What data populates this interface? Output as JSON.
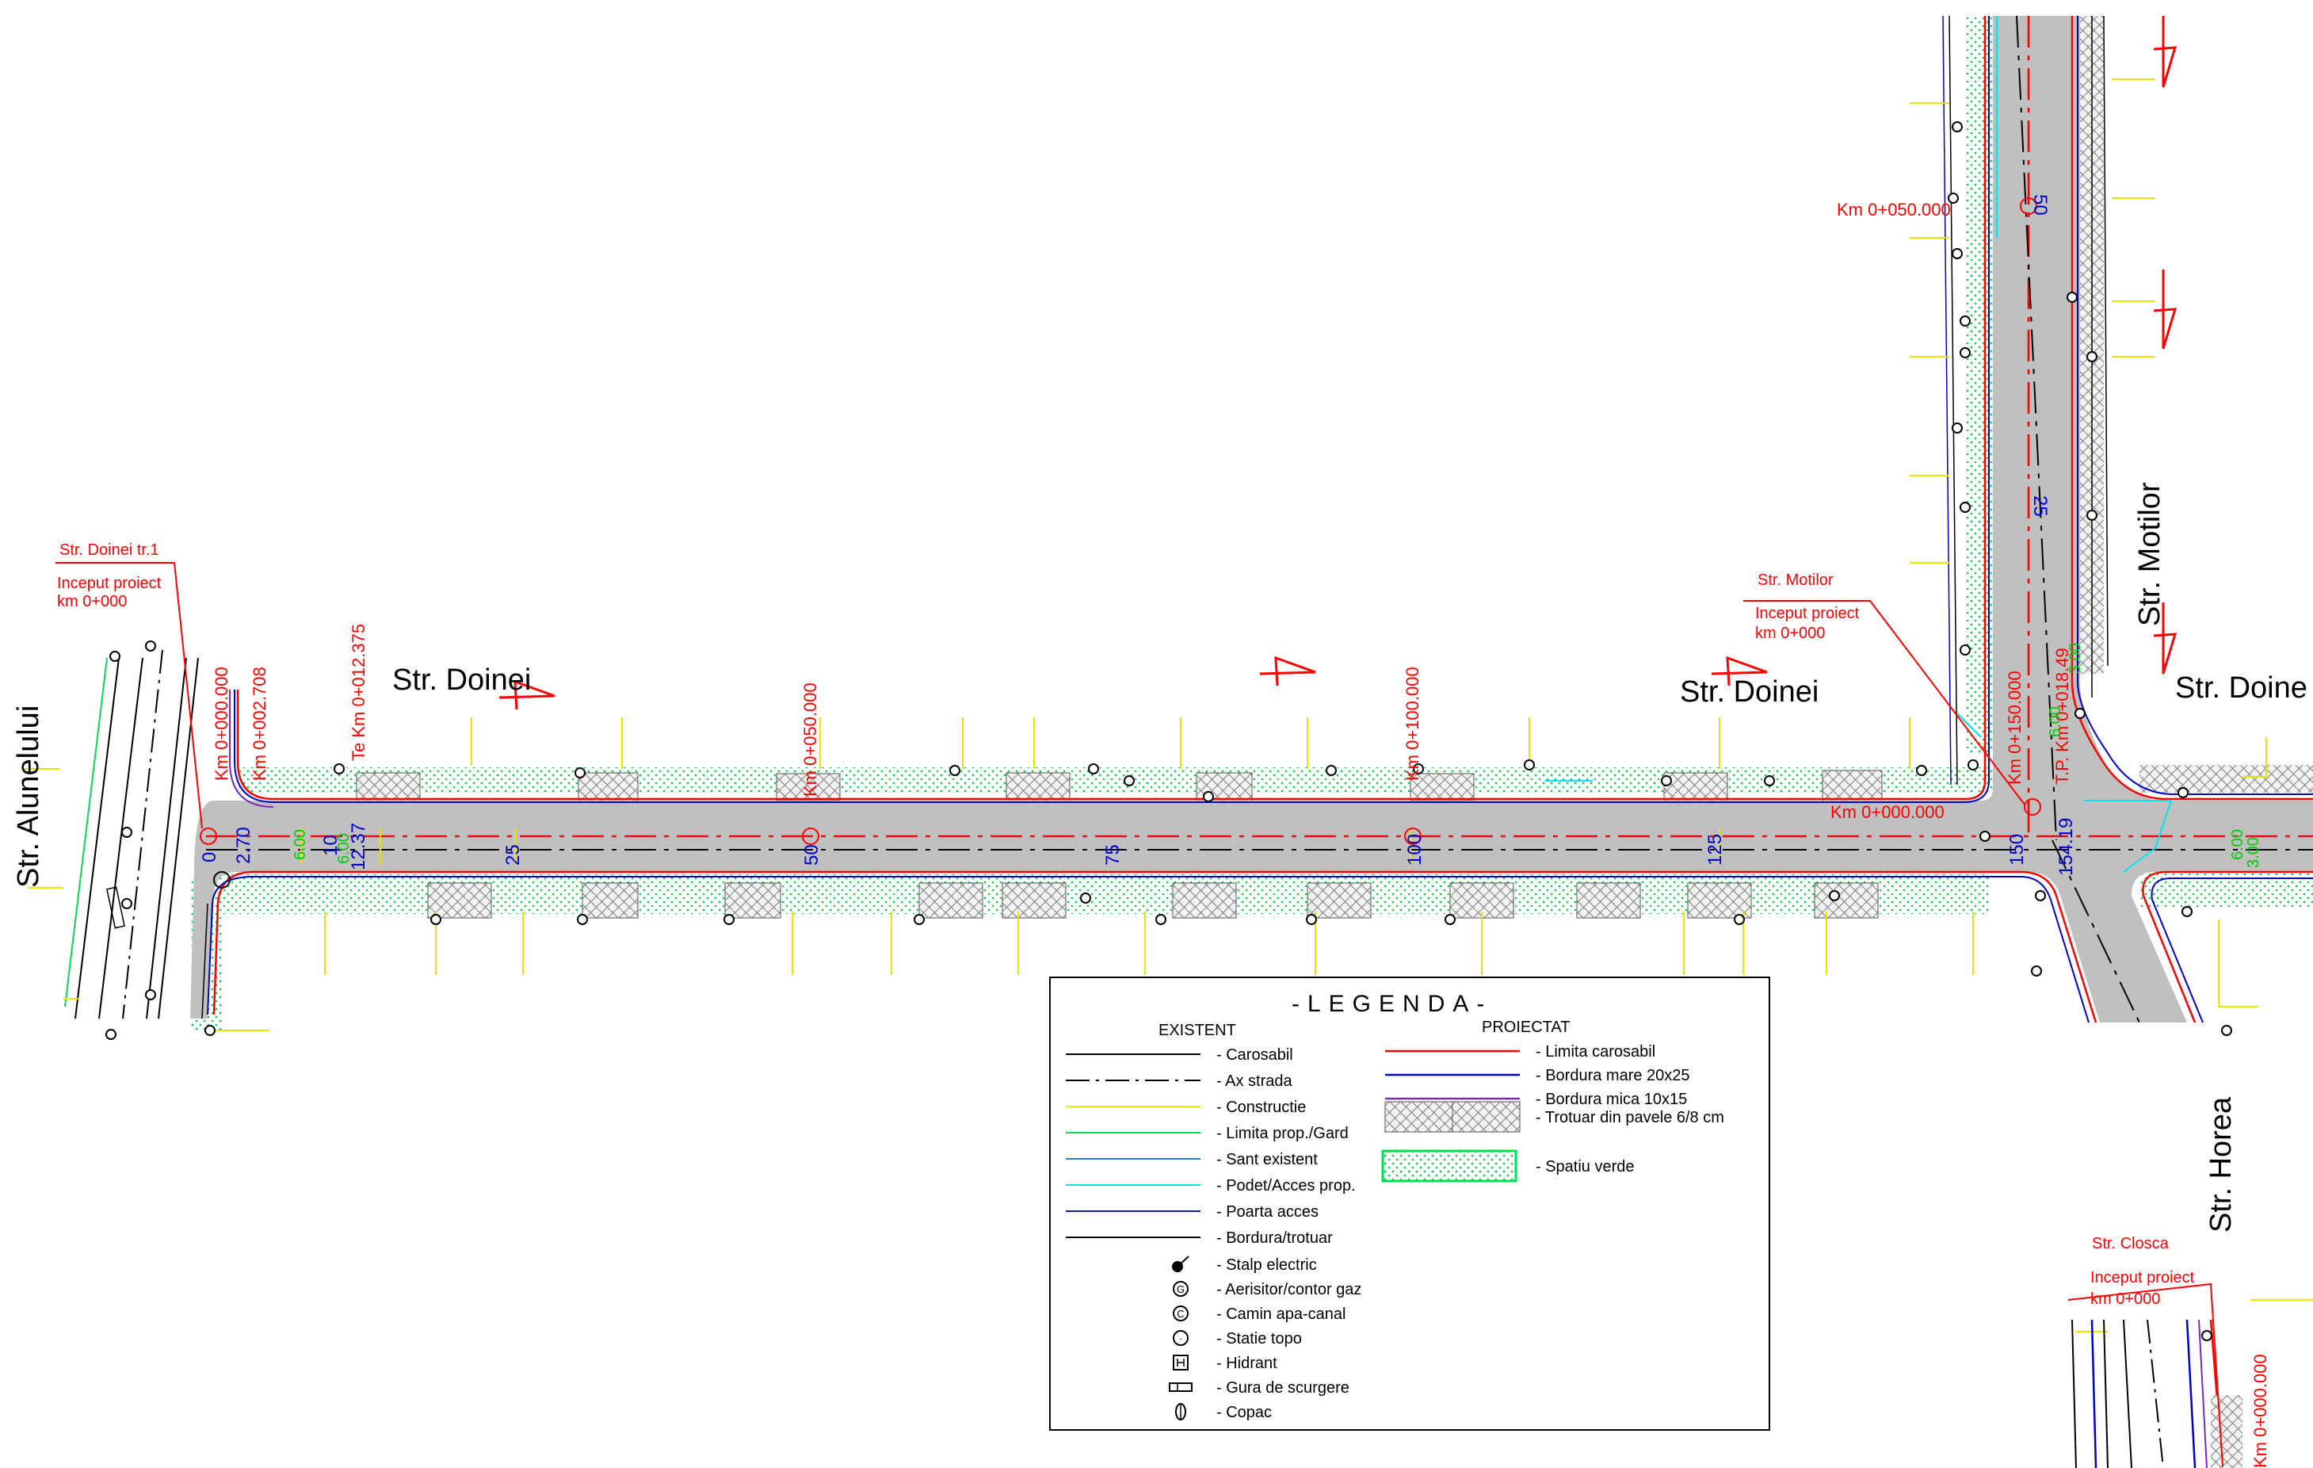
{
  "streets": {
    "alunelului": "Str. Alunelului",
    "doinei_left": "Str. Doinei",
    "doinei_right": "Str. Doinei",
    "doinei_far": "Str. Doine",
    "motilor": "Str. Motilor",
    "horea": "Str. Horea"
  },
  "callouts": {
    "doinei_start": {
      "name": "Str. Doinei tr.1",
      "line1": "Inceput proiect",
      "line2": "km 0+000"
    },
    "motilor_start": {
      "name": "Str. Motilor",
      "line1": "Inceput proiect",
      "line2": "km 0+000"
    },
    "closca_start": {
      "name": "Str. Closca",
      "line1": "Inceput proiect",
      "line2": "km 0+000"
    }
  },
  "kilometers": {
    "doinei_0": "Km 0+000.000",
    "doinei_0b": "Km 0+002.708",
    "doinei_te": "Te Km 0+012.375",
    "doinei_50": "Km 0+050.000",
    "doinei_100": "Km 0+100.000",
    "doinei_150": "Km 0+150.000",
    "doinei_end": "Km 0+000.000",
    "motilor_50": "Km 0+050.000",
    "motilor_tp": "T.P. Km 0+018.49",
    "closca_0": "Km 0+000.000"
  },
  "stations_doinei": [
    "0",
    "2.70",
    "10",
    "12.37",
    "25",
    "50",
    "75",
    "100",
    "125",
    "150",
    "154.19"
  ],
  "stations_motilor": [
    "50",
    "25"
  ],
  "widths": [
    "6.00",
    "6.00",
    "3.00",
    "6.00",
    "3.00",
    "6.00"
  ],
  "legend": {
    "title": "-LEGENDA-",
    "existent_head": "EXISTENT",
    "proiectat_head": "PROIECTAT",
    "existent": [
      {
        "label": "- Carosabil",
        "color": "#000000",
        "style": "solid"
      },
      {
        "label": "- Ax strada",
        "color": "#000000",
        "style": "dashdot"
      },
      {
        "label": "- Constructie",
        "color": "#e6e600",
        "style": "solid"
      },
      {
        "label": "- Limita prop./Gard",
        "color": "#00dd55",
        "style": "solid"
      },
      {
        "label": "- Sant existent",
        "color": "#2a7fd4",
        "style": "solid"
      },
      {
        "label": "- Podet/Acces prop.",
        "color": "#00e5ee",
        "style": "solid"
      },
      {
        "label": "- Poarta acces",
        "color": "#1a1aa8",
        "style": "solid"
      },
      {
        "label": "- Bordura/trotuar",
        "color": "#000000",
        "style": "solid"
      }
    ],
    "symbols": [
      {
        "label": "- Stalp electric",
        "icon": "pole"
      },
      {
        "label": "- Aerisitor/contor gaz",
        "icon": "gas"
      },
      {
        "label": "- Camin apa-canal",
        "icon": "manhole"
      },
      {
        "label": "- Statie topo",
        "icon": "topo"
      },
      {
        "label": "- Hidrant",
        "icon": "hydrant"
      },
      {
        "label": "- Gura de scurgere",
        "icon": "drain"
      },
      {
        "label": "- Copac",
        "icon": "tree"
      }
    ],
    "proiectat": [
      {
        "label": "- Limita carosabil",
        "color": "#ff0000"
      },
      {
        "label": "- Bordura mare 20x25",
        "color": "#0000cc"
      },
      {
        "label": "- Bordura mica 10x15",
        "color": "#7a2ab8"
      }
    ],
    "trotuar": "- Trotuar din pavele 6/8 cm",
    "spatiu": "- Spatiu verde"
  },
  "colors": {
    "road": "#c0c0c0",
    "axis_red": "#ff0000",
    "curb_blue": "#0000cc",
    "curb_purple": "#7a2ab8",
    "green_space": "#00dd55",
    "yellow": "#e6e600",
    "cyan": "#00e5ee"
  }
}
